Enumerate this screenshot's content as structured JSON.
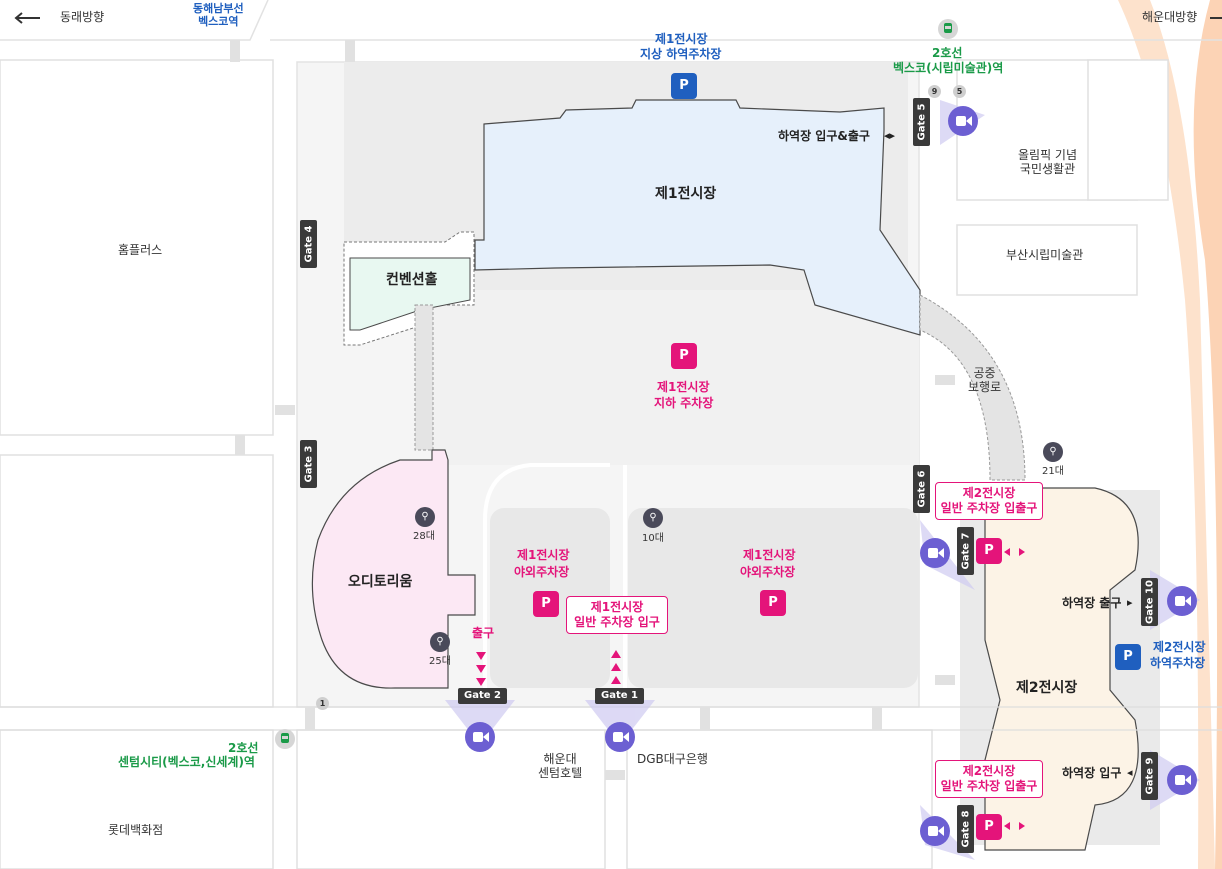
{
  "directions": {
    "left": "동래방향",
    "right": "해운대방향"
  },
  "stations": {
    "donghae": "동해남부선\n벡스코역",
    "line2_bexco_1": "2호선",
    "line2_bexco_2": "벡스코(시립미술관)역",
    "line2_centum_1": "2호선",
    "line2_centum_2": "센텀시티(벡스코,신세계)역"
  },
  "buildings": {
    "hall1": "제1전시장",
    "hall2": "제2전시장",
    "convention": "컨벤션홀",
    "auditorium": "오디토리움",
    "homeplus": "홈플러스",
    "olympic": "올림픽 기념\n국민생활관",
    "museum": "부산시립미술관",
    "skywalk": "공중\n보행로",
    "centum_hotel": "해운대\n센텀호텔",
    "dgb": "DGB대구은행",
    "lotte": "롯데백화점"
  },
  "parking": {
    "p_letter": "P",
    "ground_1": "제1전시장",
    "ground_2": "지상 하역주차장",
    "underground_1": "제1전시장",
    "underground_2": "지하 주차장",
    "outdoor_left_1": "제1전시장",
    "outdoor_left_2": "야외주차장",
    "outdoor_right_1": "제1전시장",
    "outdoor_right_2": "야외주차장",
    "general_entrance_1": "제1전시장",
    "general_entrance_2": "일반 주차장 입구",
    "hall2_gen_top_1": "제2전시장",
    "hall2_gen_top_2": "일반 주차장 입출구",
    "hall2_gen_bottom_1": "제2전시장",
    "hall2_gen_bottom_2": "일반 주차장 입출구",
    "hall2_unload_1": "제2전시장",
    "hall2_unload_2": "하역주차장"
  },
  "labels": {
    "unload_entry_exit": "하역장 입구&출구",
    "unload_exit": "하역장 출구",
    "unload_entry": "하역장 입구",
    "exit": "출구"
  },
  "gates": {
    "g1": "Gate 1",
    "g2": "Gate 2",
    "g3": "Gate 3",
    "g4": "Gate 4",
    "g5": "Gate 5",
    "g6": "Gate 6",
    "g7": "Gate 7",
    "g8": "Gate 8",
    "g9": "Gate 9",
    "g10": "Gate 10"
  },
  "bikes": {
    "b28": "28대",
    "b25": "25대",
    "b10": "10대",
    "b21": "21대"
  },
  "exit_numbers": {
    "n9": "9",
    "n5": "5",
    "n1": "1"
  },
  "colors": {
    "hall1_fill": "#e6f0fb",
    "hall2_fill": "#fcf3e6",
    "convention_fill": "#e8f8f1",
    "auditorium_fill": "#fce8f4",
    "lot_fill": "#f0f0f0",
    "parking_magenta": "#e4147a",
    "parking_blue": "#1f5fbf",
    "camera": "#6c5fd2",
    "station_green": "#1a9a48",
    "road_orange": "#fcd3b5"
  },
  "icons": {
    "cctv": "camera-icon",
    "bicycle": "bicycle-icon",
    "subway": "train-icon",
    "parking": "parking-icon"
  }
}
